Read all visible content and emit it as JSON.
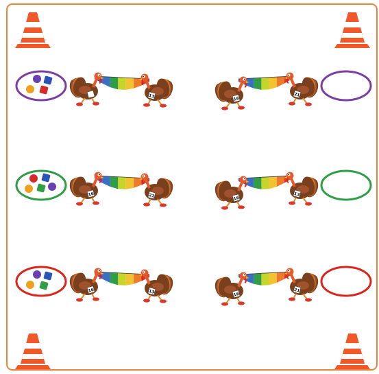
{
  "field": {
    "border_color": "#e8833a",
    "background": "#ffffff"
  },
  "cone": {
    "icon": "traffic-cone-icon",
    "color": "#f0582a",
    "stripe_color": "#ffffff"
  },
  "turkey": {
    "icon": "turkey-icon",
    "body_color": "#7a3f1c",
    "wing_color": "#a0522d",
    "head_color": "#e25b2b",
    "wattle_color": "#d9261c",
    "beak_color": "#f3b21c",
    "shoe_color": "#d8392b",
    "bib_color": "#ffffff"
  },
  "parachute": {
    "icon": "parachute-icon",
    "colors": [
      "#7a3fa0",
      "#3b6fc4",
      "#2f9e46",
      "#c5d52a",
      "#f2c230",
      "#ee7b2c",
      "#d9352b"
    ]
  },
  "bean_bag": {
    "icon": "bean-bag-icon"
  },
  "rows": [
    {
      "ring_color": "#7a3fa0",
      "left_bib_numbers": [
        "",
        "13"
      ],
      "right_bib_numbers": [
        "16",
        "21"
      ],
      "bags": [
        {
          "color": "#6a3fb2",
          "shape": "circle"
        },
        {
          "color": "#2a52b8",
          "shape": "square"
        },
        {
          "color": "#f0a020",
          "shape": "circle"
        },
        {
          "color": "#d42a2a",
          "shape": "square"
        }
      ]
    },
    {
      "ring_color": "#2f9e46",
      "left_bib_numbers": [
        "16",
        "21"
      ],
      "right_bib_numbers": [
        "16",
        "13"
      ],
      "bags": [
        {
          "color": "#d42a2a",
          "shape": "circle"
        },
        {
          "color": "#2a52b8",
          "shape": "square"
        },
        {
          "color": "#f0a020",
          "shape": "circle"
        },
        {
          "color": "#2f9e46",
          "shape": "square"
        },
        {
          "color": "#6a3fb2",
          "shape": "circle"
        }
      ]
    },
    {
      "ring_color": "#d9261c",
      "left_bib_numbers": [
        "16",
        "13"
      ],
      "right_bib_numbers": [
        "16",
        "21"
      ],
      "bags": [
        {
          "color": "#6a3fb2",
          "shape": "circle"
        },
        {
          "color": "#2a52b8",
          "shape": "square"
        },
        {
          "color": "#f0a020",
          "shape": "circle"
        },
        {
          "color": "#2f9e46",
          "shape": "square"
        }
      ]
    }
  ]
}
